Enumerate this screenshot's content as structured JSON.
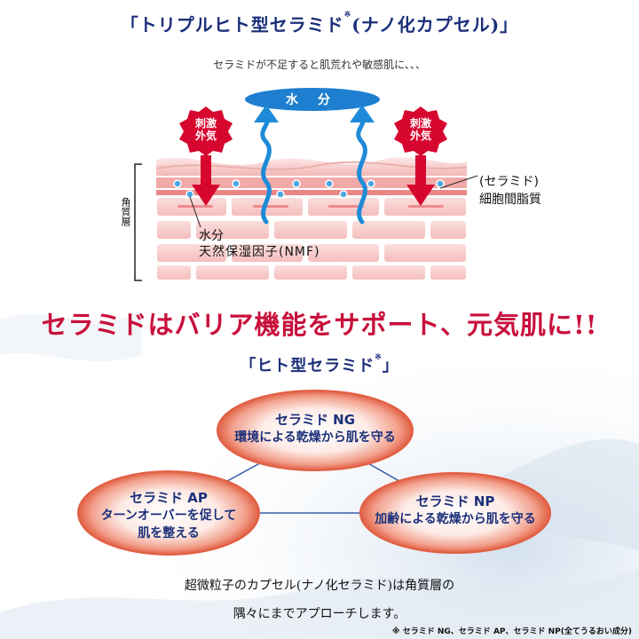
{
  "title": {
    "text": "「トリプルヒト型セラミド",
    "mark": "※",
    "suffix": "(ナノ化カプセル)」"
  },
  "subtitle": "セラミドが不足すると肌荒れや敏感肌に、、、",
  "diagram": {
    "moisture_label": "水　分",
    "stimulus_left": "刺激\n外気",
    "stimulus_right": "刺激\n外気",
    "stratum_label": "角質層",
    "ceramide_label_line1": "(セラミド)",
    "ceramide_label_line2": "細胞間脂質",
    "water_label": "水分",
    "nmf_label": "天然保湿因子(NMF)",
    "colors": {
      "arrow_red": "#d7062f",
      "arrow_blue": "#1e8bd8",
      "skin_pink": "#f4b9b7"
    }
  },
  "tagline": "セラミドはバリア機能をサポート、元気肌に!!",
  "sub_title": {
    "text": "「ヒト型セラミド",
    "mark": "※",
    "suffix": "」"
  },
  "ceramides": [
    {
      "name": "セラミド NG",
      "line1": "環境による乾燥から肌を守る",
      "line2": ""
    },
    {
      "name": "セラミド AP",
      "line1": "ターンオーバーを促して",
      "line2": "肌を整える"
    },
    {
      "name": "セラミド NP",
      "line1": "加齢による乾燥から肌を守る",
      "line2": ""
    }
  ],
  "description": {
    "line1": "超微粒子のカプセル(ナノ化セラミド)は角質層の",
    "line2": "隅々にまでアプローチします。"
  },
  "footnote": "※ セラミド NG、セラミド AP、セラミド NP(全てうるおい成分)"
}
